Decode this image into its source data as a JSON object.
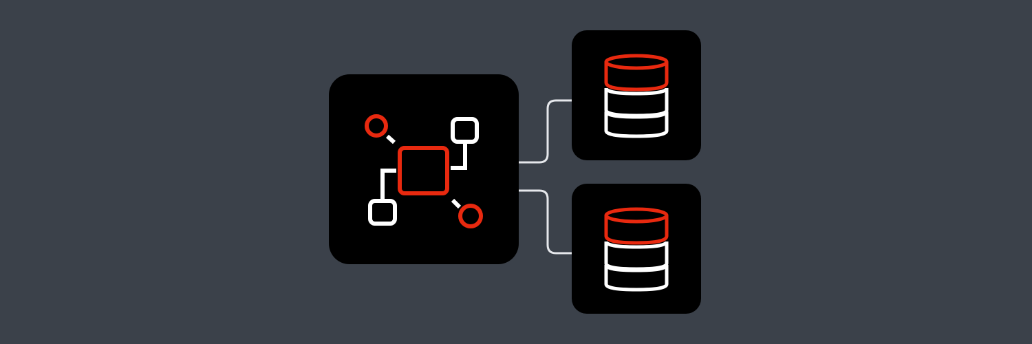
{
  "colors": {
    "background": "#3b414a",
    "card": "#000000",
    "accent": "#e8290f",
    "stroke": "#ffffff",
    "connector": "#e6e8ec"
  },
  "nodes": [
    {
      "id": "hub",
      "icon": "network-diagram-icon"
    },
    {
      "id": "database-top",
      "icon": "database-icon"
    },
    {
      "id": "database-bottom",
      "icon": "database-icon"
    }
  ]
}
